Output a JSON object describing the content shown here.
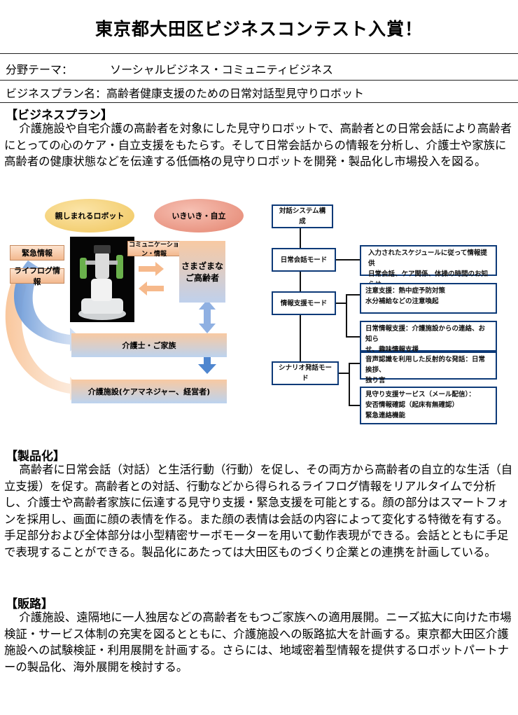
{
  "title": "東京都大田区ビジネスコンテスト入賞！",
  "fields": {
    "theme_label": "分野テーマ：",
    "theme_value": "ソーシャルビジネス・コミュニティビジネス",
    "plan_label": "ビジネスプラン名：",
    "plan_value": "高齢者健康支援のための日常対話型見守りロボット"
  },
  "sections": {
    "plan": {
      "heading": "【ビジネスプラン】",
      "body": "介護施設や自宅介護の高齢者を対象にした見守りロボットで、高齢者との日常会話により高齢者にとっての心のケア・自立支援をもたらす。そして日常会話からの情報を分析し、介護士や家族に高齢者の健康状態などを伝達する低価格の見守りロボットを開発・製品化し市場投入を図る。"
    },
    "product": {
      "heading": "【製品化】",
      "body": "高齢者に日常会話（対話）と生活行動（行動）を促し、その両方から高齢者の自立的な生活（自立支援）を促す。高齢者との対話、行動などから得られるライフログ情報をリアルタイムで分析し、介護士や高齢者家族に伝達する見守り支援・緊急支援を可能とする。顔の部分はスマートフォンを採用し、画面に顔の表情を作る。また顔の表情は会話の内容によって変化する特徴を有する。手足部分および全体部分は小型精密サーボモーターを用いて動作表現ができる。会話とともに手足で表現することができる。製品化にあたっては大田区ものづくり企業との連携を計画している。"
    },
    "sales": {
      "heading": "【販路】",
      "body": "介護施設、遠隔地に一人独居などの高齢者をもつご家族への適用展開。ニーズ拡大に向けた市場検証・サービス体制の充実を図るとともに、介護施設への販路拡大を計画する。東京都大田区介護施設への試験検証・利用展開を計画する。さらには、地域密着型情報を提供するロボットパートナーの製品化、海外展開を検討する。"
    }
  },
  "diagram_left": {
    "oval_robot": "親しまれるロボット",
    "oval_lively": "いきいき・自立",
    "emergency": "緊急情報",
    "lifelog": "ライフログ情報",
    "communication": "コミュニケーション・情報",
    "elderly_line1": "さまざまな",
    "elderly_line2": "ご高齢者",
    "caregiver": "介護士・ご家族",
    "facility": "介護施設(ケアマネジャー、経営者)"
  },
  "diagram_right": {
    "system": "対話システム構成",
    "daily_mode": "日常会話モード",
    "info_mode": "情報支援モード",
    "scenario_mode": "シナリオ発話モード",
    "daily_desc_1": "入力されたスケジュールに従って情報提供",
    "daily_desc_2": "日常会話、ケア関係、体操の時間のお知らせ",
    "caution_1": "注意支援：熱中症予防対策",
    "caution_2": "水分補給などの注意喚起",
    "dailyinfo_1": "日常情報支援：介護施設からの連絡、お知ら",
    "dailyinfo_2": "せ、趣味情報支援",
    "voice_1": "音声認識を利用した反射的な発話：日常挨拶、",
    "voice_2": "独り言",
    "watch_1": "見守り支援サービス（メール配信）：",
    "watch_2": "安否情報確認（起床有無確認）",
    "watch_3": "緊急連絡機能"
  },
  "colors": {
    "oval_left": "#f4d27a",
    "oval_right": "#e98f7e",
    "gradient_top": "#f7c69a",
    "gradient_bottom": "#6e9bd8",
    "arrow_blue": "#5b8fd3",
    "box_border": "#0d3a78"
  }
}
